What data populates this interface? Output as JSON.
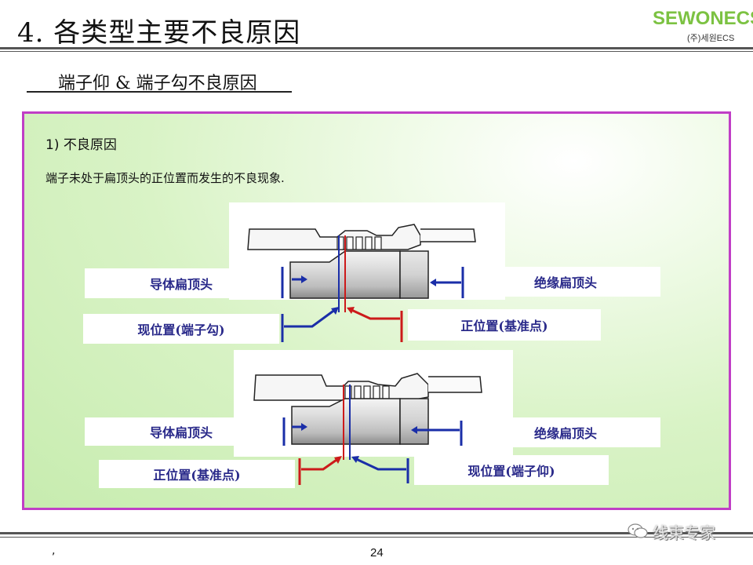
{
  "header": {
    "title": "4. 各类型主要不良原因",
    "logo": {
      "brand": "SEWONECS",
      "sub": "(주)세원ECS"
    }
  },
  "subtitle": "端子仰 & 端子勾不良原因",
  "section": {
    "heading": "1) 不良原因",
    "description": "端子未处于扁顶头的正位置而发生的不良现象."
  },
  "diagram_top": {
    "label_conductor": "导体扁顶头",
    "label_insulation": "绝缘扁顶头",
    "label_current": "现位置(端子勾)",
    "label_correct": "正位置(基准点)"
  },
  "diagram_bottom": {
    "label_conductor": "导体扁顶头",
    "label_insulation": "绝缘扁顶头",
    "label_correct": "正位置(基准点)",
    "label_current": "现位置(端子仰)"
  },
  "footer": {
    "note": ",",
    "page_number": "24",
    "watermark": "线束专家"
  },
  "colors": {
    "border": "#c03ec6",
    "label_text": "#2a2a8a",
    "blue_line": "#1a2ea8",
    "red_line": "#cc1a1a"
  }
}
